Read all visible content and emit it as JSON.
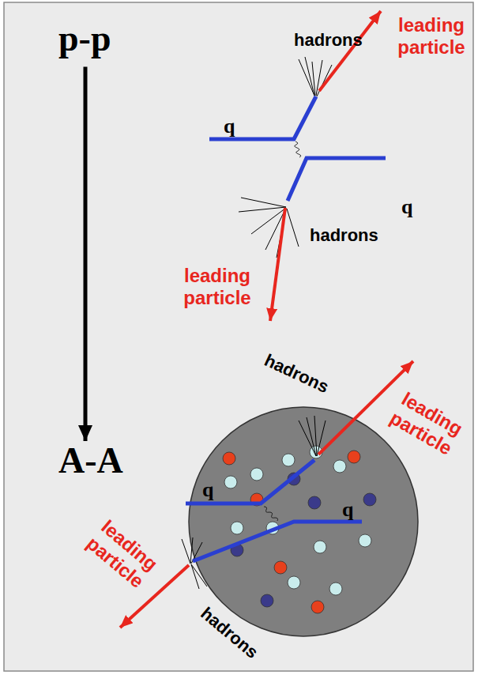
{
  "diagram": {
    "nodes": [
      {
        "text": [
          "p-p"
        ]
      },
      {
        "text": [
          "A-A"
        ]
      }
    ],
    "edges": [
      {
        "from": 0,
        "to": 1,
        "arrow": "to"
      }
    ],
    "labels": [
      "hadrons",
      "leading particle",
      "q",
      "q",
      "hadrons",
      "leading particle",
      "hadrons",
      "leading particle",
      "q",
      "q",
      "leading particle",
      "hadrons"
    ]
  }
}
